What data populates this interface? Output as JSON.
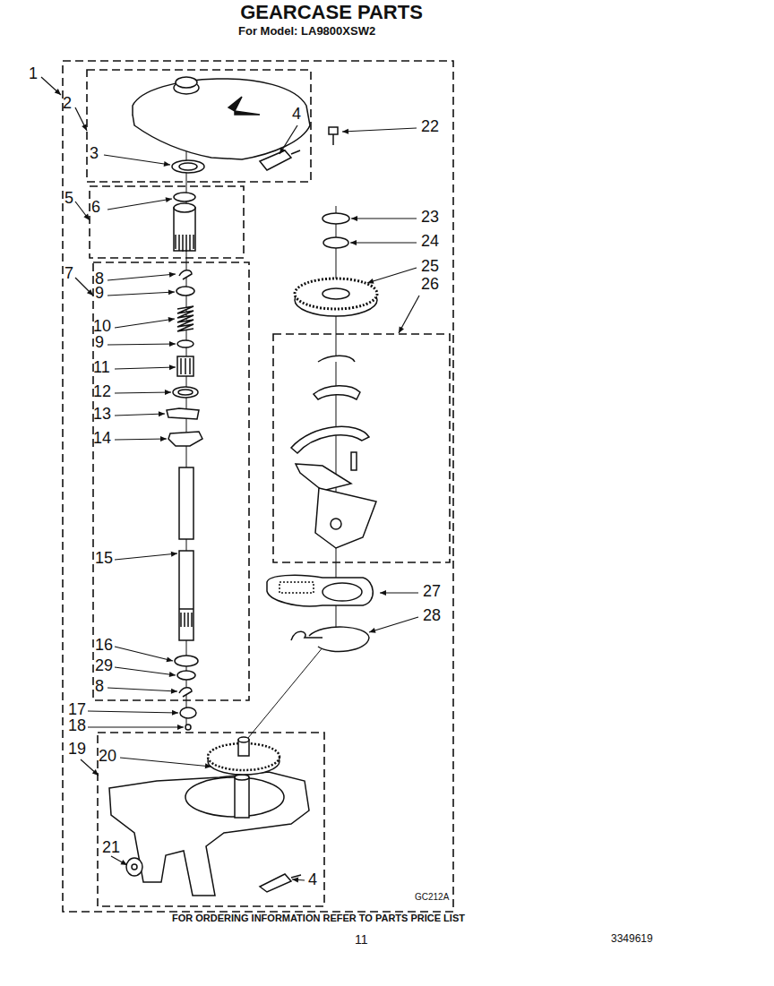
{
  "diagram": {
    "title": "GEARCASE PARTS",
    "caption": "FOR ORDERING INFORMATION REFER TO PARTS PRICE LIST",
    "labels": [
      "For Model: LA9800XSW2",
      "1",
      "2",
      "3",
      "4",
      "22",
      "5",
      "6",
      "7",
      "8",
      "9",
      "10",
      "9",
      "11",
      "12",
      "13",
      "14",
      "15",
      "16",
      "29",
      "8",
      "17",
      "18",
      "19",
      "20",
      "21",
      "4",
      "23",
      "24",
      "25",
      "26",
      "27",
      "28",
      "GC212A",
      "11",
      "3349619"
    ]
  }
}
